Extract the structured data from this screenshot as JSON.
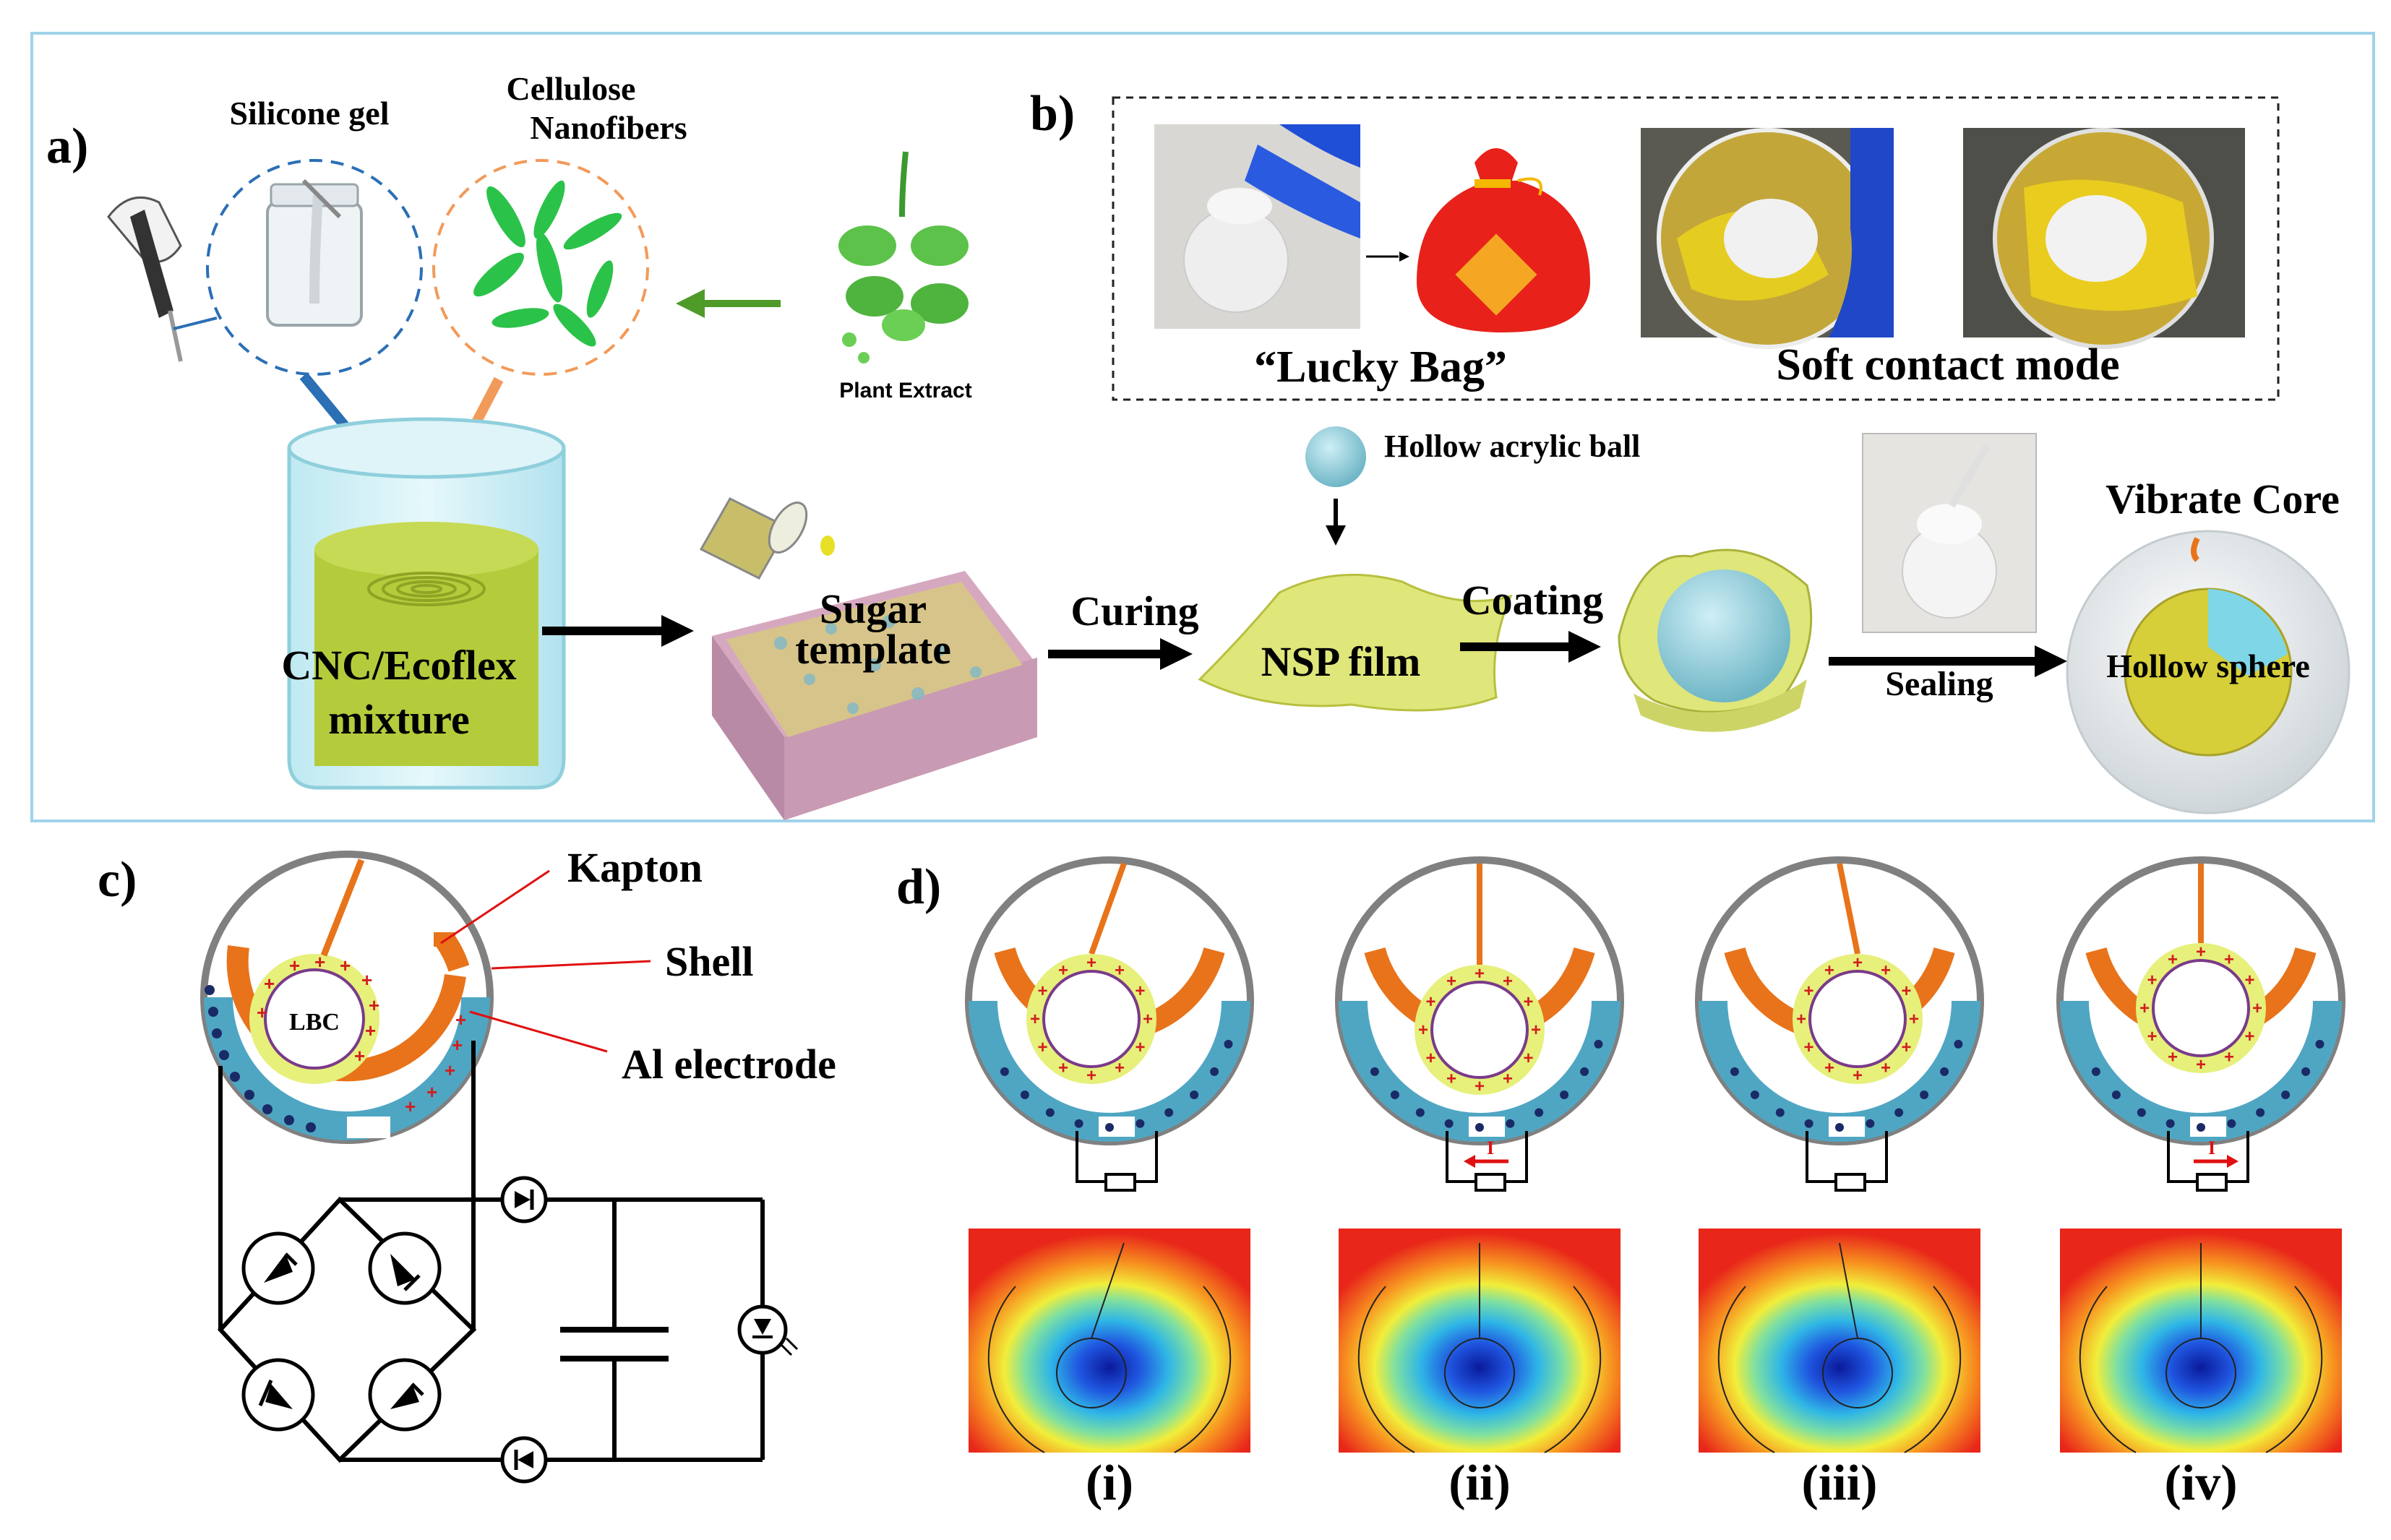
{
  "panel_a": {
    "label": "a)",
    "silicone_gel": "Silicone gel",
    "cellulose_line1": "Cellulose",
    "cellulose_line2": "Nanofibers",
    "plant_extract": "Plant Extract",
    "mixture_line1": "CNC/Ecoflex",
    "mixture_line2": "mixture",
    "sugar_line1": "Sugar",
    "sugar_line2": "template",
    "curing": "Curing",
    "nsp_film": "NSP film",
    "hollow_ball": "Hollow acrylic ball",
    "coating": "Coating",
    "sealing": "Sealing",
    "vibrate_core": "Vibrate Core",
    "hollow_sphere": "Hollow sphere"
  },
  "panel_b": {
    "label": "b)",
    "lucky_bag": "“Lucky Bag”",
    "soft_contact": "Soft contact mode"
  },
  "panel_c": {
    "label": "c)",
    "kapton": "Kapton",
    "shell": "Shell",
    "al_electrode": "Al electrode",
    "lbc": "LBC"
  },
  "panel_d": {
    "label": "d)",
    "states": [
      "(i)",
      "(ii)",
      "(iii)",
      "(iv)"
    ],
    "current_symbol": "I"
  },
  "colors": {
    "frame_blue": "#9fd3ea",
    "shell_gray": "#808080",
    "kapton_orange": "#e8731a",
    "electrode_blue": "#4fa6c3",
    "lbc_yellow": "#e6f07a",
    "lbc_ring": "#7a3a8a",
    "positive": "#d11f1f",
    "current_red": "#e01010"
  }
}
